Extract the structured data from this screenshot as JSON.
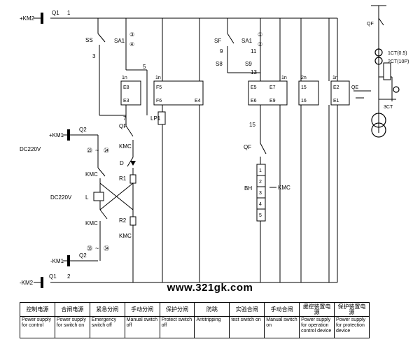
{
  "diagram": {
    "supply_labels": {
      "km2_top": "+KM2",
      "km2_bottom": "-KM2",
      "km1_plus": "+KM1",
      "km1_minus": "-KM1"
    },
    "dc_labels": {
      "upper": "DC220V",
      "lower": "DC220V"
    },
    "fuse_labels": {
      "q1_top": "Q1",
      "q1_bottom": "Q1",
      "q2_upper": "Q2",
      "q2_lower": "Q2"
    },
    "wire_numbers": {
      "n1": "1",
      "n2": "2",
      "n3": "3",
      "n5": "5",
      "n7": "7",
      "n8": "S8",
      "n9": "9",
      "n11": "11",
      "n13": "13",
      "n15": "15",
      "s9": "S9"
    },
    "switch_labels": {
      "ss": "SS",
      "sa1_left": "SA1",
      "sf": "SF",
      "sa1_right": "SA1"
    },
    "contact_symbols": {
      "c1": "①",
      "c2": "②",
      "c3": "③",
      "c4": "④"
    },
    "components": {
      "qf_left": "QF",
      "kmc_left": "KMC",
      "d": "D",
      "r1": "R1",
      "r2": "R2",
      "kmc_lower": "KMC",
      "kmc_bridge_upper": "KMC",
      "kmc_bridge_lower": "KMC",
      "l": "L",
      "lp1": "LP1",
      "qf_right": "QF",
      "bh": "BH",
      "kmc_right": "KMC",
      "circ_23": "㉓",
      "circ_24": "㉔",
      "circ_33": "㉝",
      "circ_34": "㉞"
    },
    "terminal_blocks": {
      "b1_top": "1n",
      "b1_t1": "E8",
      "b1_t2": "E3",
      "b2_top": "1n",
      "b2_t1": "F5",
      "b2_t2": "F6",
      "b2_t3": "E4",
      "b3_t1": "E5",
      "b3_t2": "E7",
      "b3_t3": "E6",
      "b3_t4": "E9",
      "b3_top": "1n",
      "b4_top": "2n",
      "b4_t1": "15",
      "b4_t2": "16",
      "b5_top": "1n",
      "b5_t1": "E2",
      "b5_t2": "E1",
      "qe": "QE"
    },
    "bh_pins": [
      "1",
      "2",
      "3",
      "4",
      "5"
    ],
    "primary": {
      "qf": "QF",
      "ct1": "1CT(0.5)",
      "ct2": "2CT(10P)",
      "ct3": "3CT"
    }
  },
  "watermark": "www.321gk.com",
  "legend": {
    "chinese": [
      "控制电源",
      "合闸电源",
      "紧急分闸",
      "手动分闸",
      "保护分闸",
      "防跳",
      "实验合闸",
      "手动合闸",
      "援控装置电源",
      "保护装置电源"
    ],
    "english": [
      "Power supply for control",
      "Power supply for switch on",
      "Emergency switch off",
      "Manual switch off",
      "Protect switch off",
      "Antitripping",
      "test switch on",
      "Manual switch on",
      "Power supply for operation control device",
      "Power supply for protection device"
    ]
  }
}
